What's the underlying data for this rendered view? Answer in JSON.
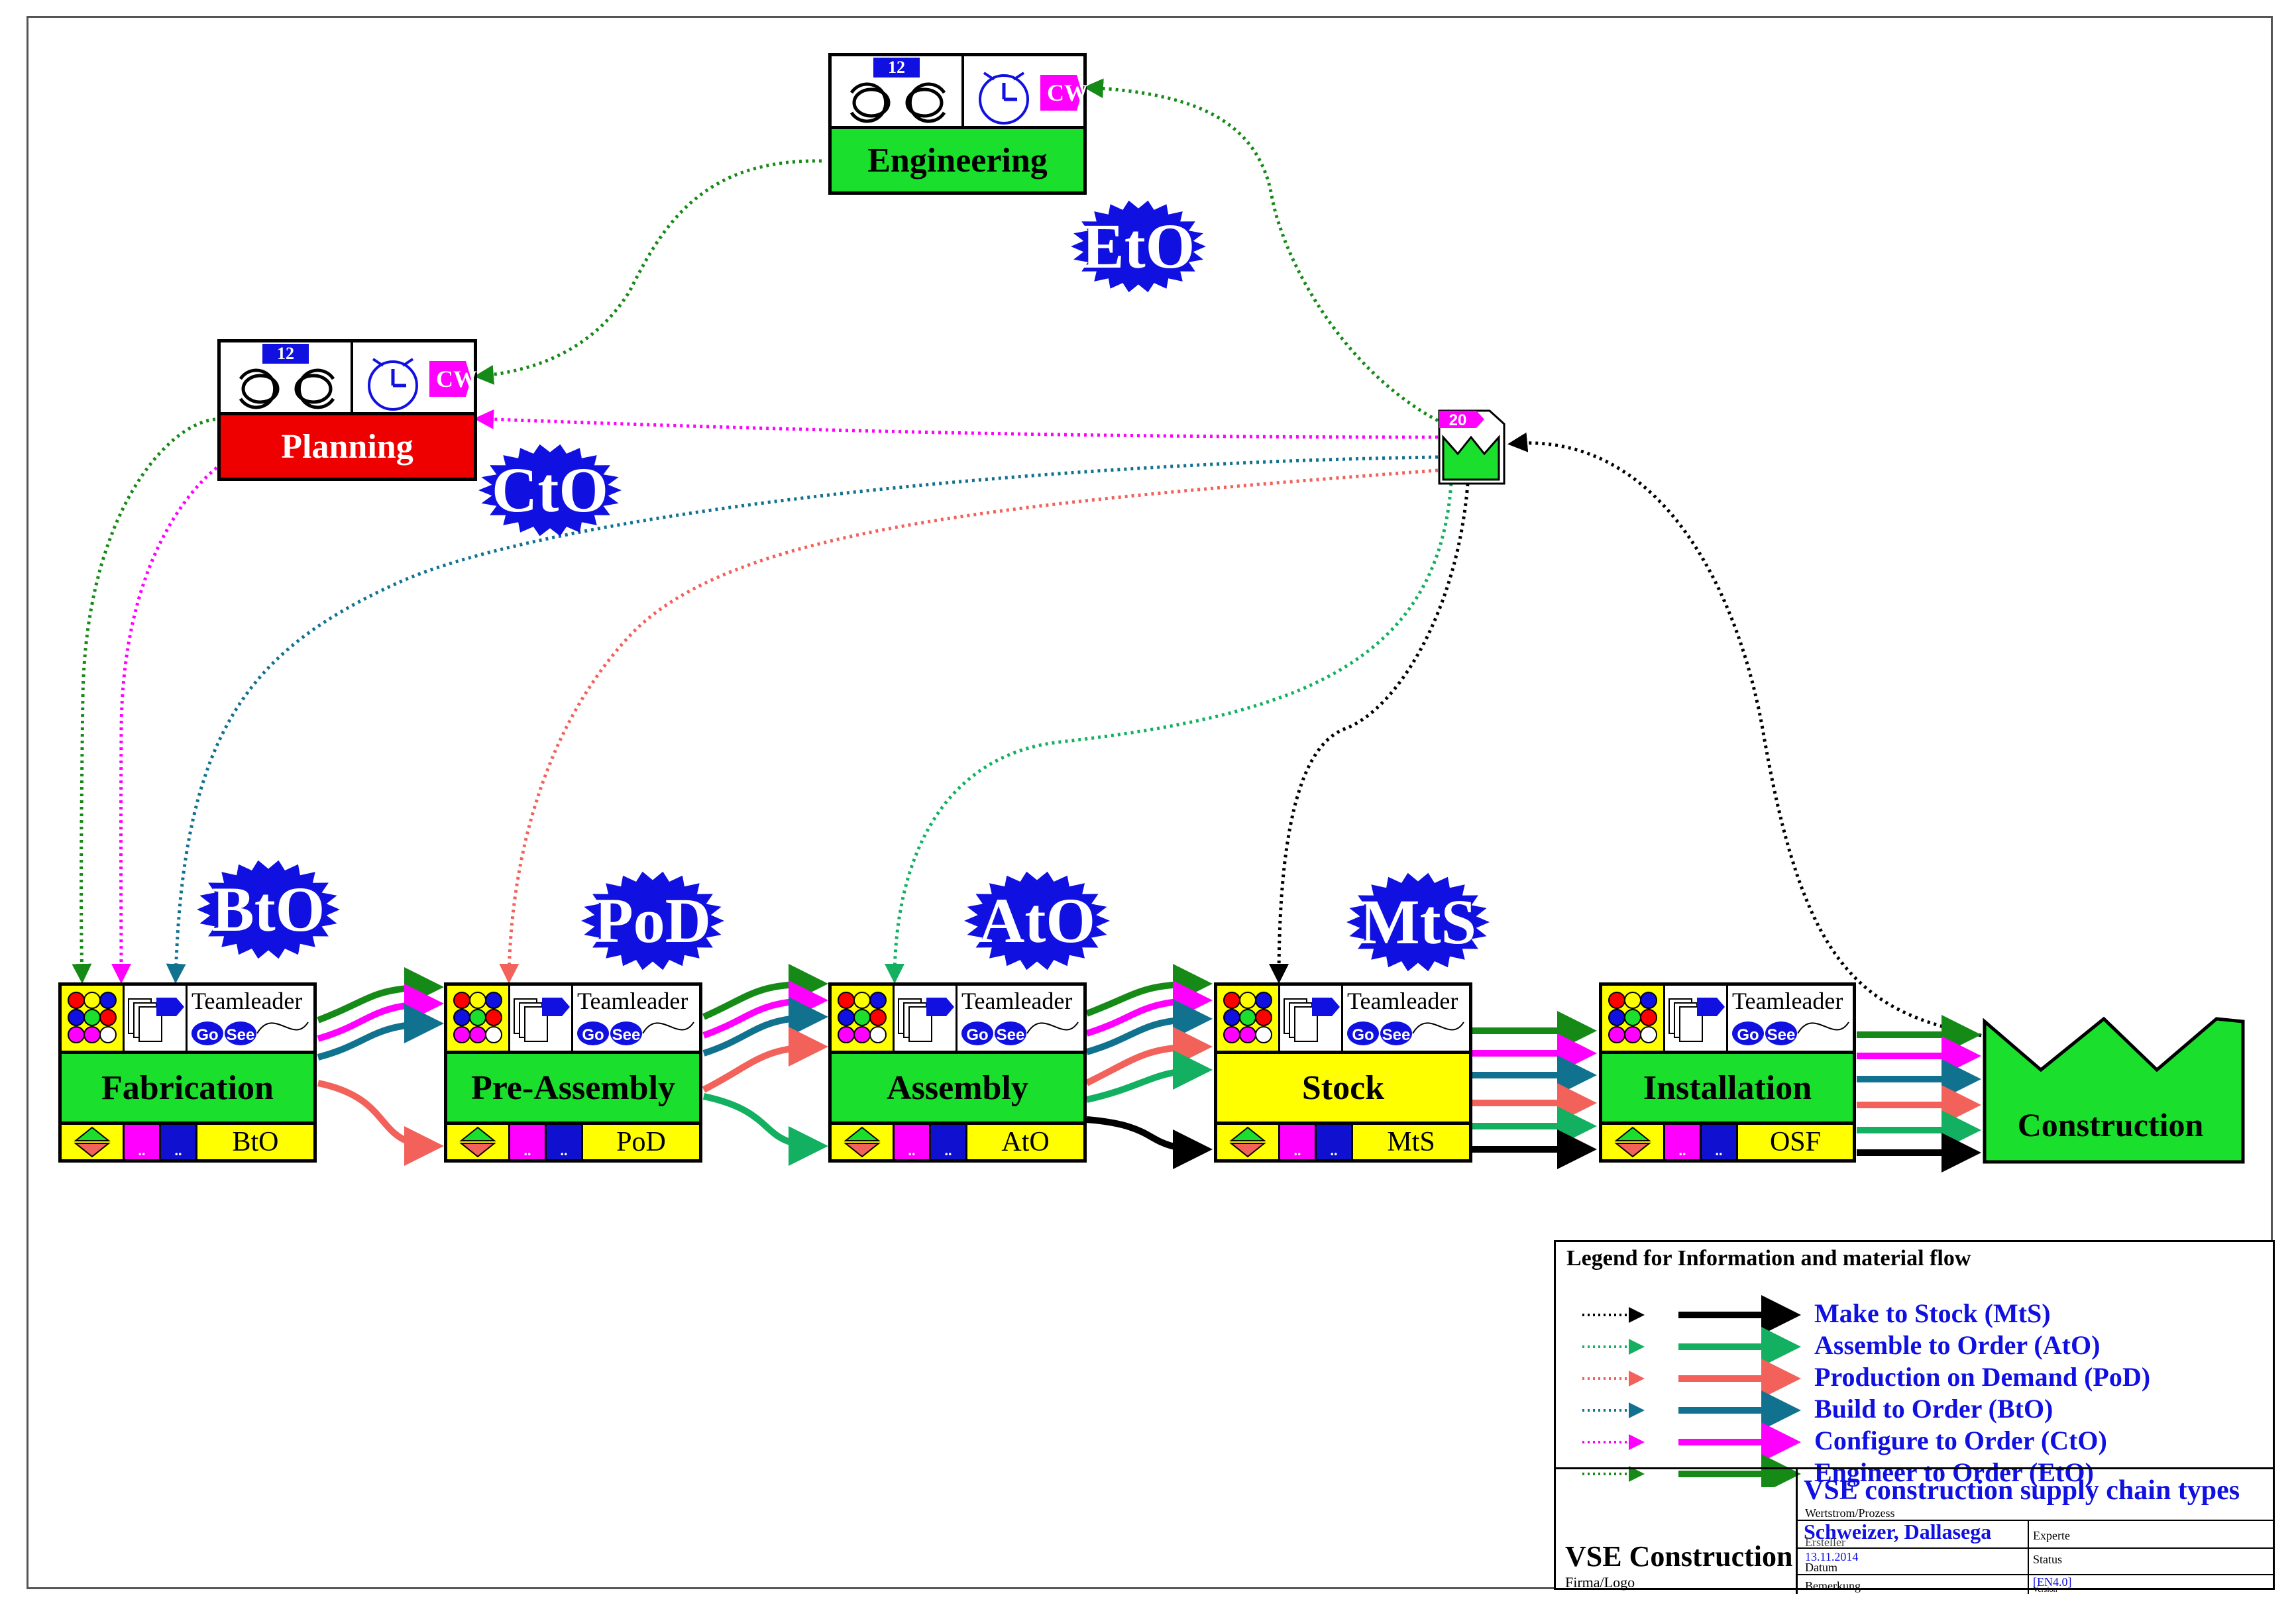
{
  "stations": {
    "engineering": {
      "label": "Engineering",
      "count": "12",
      "cw": "CW"
    },
    "planning": {
      "label": "Planning",
      "count": "12",
      "cw": "CW"
    }
  },
  "processes": [
    {
      "label": "Fabrication",
      "type": "BtO",
      "teamleader": "Teamleader",
      "go": "Go",
      "see": "See",
      "color": "#1adf2c"
    },
    {
      "label": "Pre-Assembly",
      "type": "PoD",
      "teamleader": "Teamleader",
      "go": "Go",
      "see": "See",
      "color": "#1adf2c"
    },
    {
      "label": "Assembly",
      "type": "AtO",
      "teamleader": "Teamleader",
      "go": "Go",
      "see": "See",
      "color": "#1adf2c"
    },
    {
      "label": "Stock",
      "type": "MtS",
      "teamleader": "Teamleader",
      "go": "Go",
      "see": "See",
      "color": "#ffff00"
    },
    {
      "label": "Installation",
      "type": "OSF",
      "teamleader": "Teamleader",
      "go": "Go",
      "see": "See",
      "color": "#1adf2c"
    }
  ],
  "construction": {
    "label": "Construction"
  },
  "customer_icon": {
    "count": "20"
  },
  "badges": [
    "EtO",
    "CtO",
    "BtO",
    "PoD",
    "AtO",
    "MtS"
  ],
  "flow_colors": {
    "MtS": "#000000",
    "AtO": "#12b060",
    "PoD": "#f2625a",
    "BtO": "#11728f",
    "CtO": "#ff00ff",
    "EtO": "#168a16"
  },
  "legend": {
    "title": "Legend  for Information and material flow",
    "items": [
      {
        "label": "Make to Stock (MtS)",
        "key": "MtS"
      },
      {
        "label": "Assemble to Order (AtO)",
        "key": "AtO"
      },
      {
        "label": "Production on Demand (PoD)",
        "key": "PoD"
      },
      {
        "label": "Build to Order (BtO)",
        "key": "BtO"
      },
      {
        "label": "Configure to Order (CtO)",
        "key": "CtO"
      },
      {
        "label": "Engineer to Order (EtO)",
        "key": "EtO"
      }
    ]
  },
  "title_block": {
    "company": "VSE Construction",
    "company_caption": "Firma/Logo",
    "title": "VSE construction supply chain types",
    "title_caption": "Wertstrom/Prozess",
    "authors": "Schweizer, Dallasega",
    "authors_caption": "Ersteller",
    "date": "13.11.2014",
    "date_caption": "Datum",
    "remark_caption": "Bemerkung",
    "expert": "Experte",
    "status": "Status",
    "version": "[EN4.0]",
    "version_caption": "Version"
  }
}
